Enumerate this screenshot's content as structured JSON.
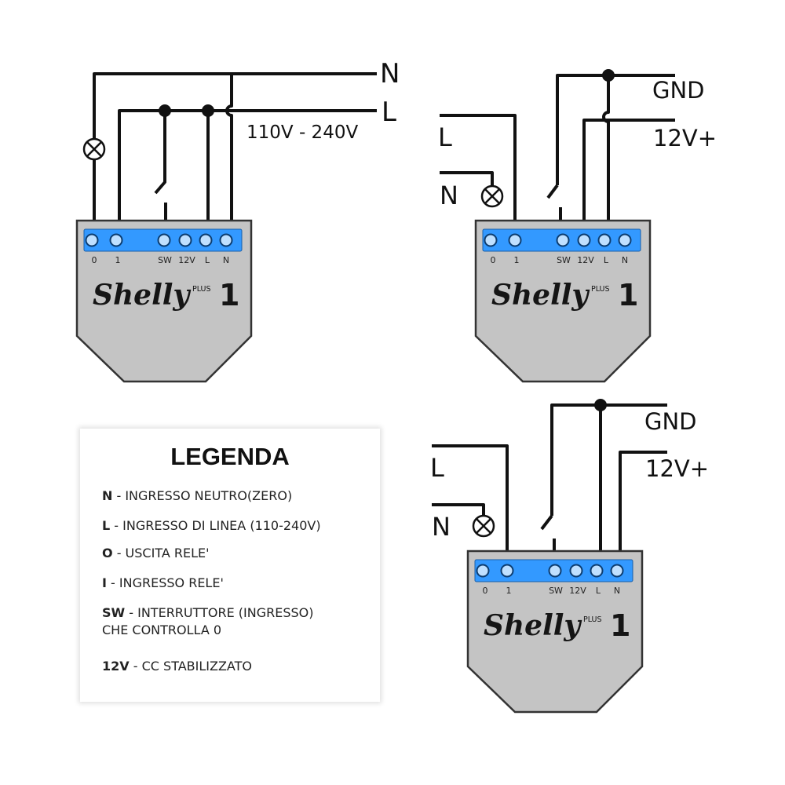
{
  "colors": {
    "wire": "#111111",
    "device_body": "#c4c4c4",
    "terminal_strip": "#3399ff",
    "terminal_hole": "#bfe0ff"
  },
  "terminals": [
    "0",
    "1",
    "SW",
    "12V",
    "L",
    "N"
  ],
  "device": {
    "brand": "Shelly",
    "plus": "PLUS",
    "model": "1"
  },
  "diagram_ac": {
    "n_label": "N",
    "l_label": "L",
    "voltage_label": "110V - 240V"
  },
  "diagram_dc_top": {
    "l_label": "L",
    "n_label": "N",
    "gnd_label": "GND",
    "v12_label": "12V+"
  },
  "diagram_dc_bottom": {
    "l_label": "L",
    "n_label": "N",
    "gnd_label": "GND",
    "v12_label": "12V+"
  },
  "lamp_icon": "lamp-cross-icon",
  "legend": {
    "title": "LEGENDA",
    "items": [
      {
        "key": "N",
        "text": " - INGRESSO NEUTRO(ZERO)"
      },
      {
        "key": "L",
        "text": " - INGRESSO DI LINEA (110-240V)"
      },
      {
        "key": "O",
        "text": " - USCITA RELE'"
      },
      {
        "key": "I",
        "text": " - INGRESSO RELE'"
      },
      {
        "key": "SW",
        "text": " - INTERRUTTORE (INGRESSO)"
      },
      {
        "key": "12V",
        "text": " - CC STABILIZZATO"
      }
    ],
    "sw_second_line": "CHE CONTROLLA 0"
  }
}
